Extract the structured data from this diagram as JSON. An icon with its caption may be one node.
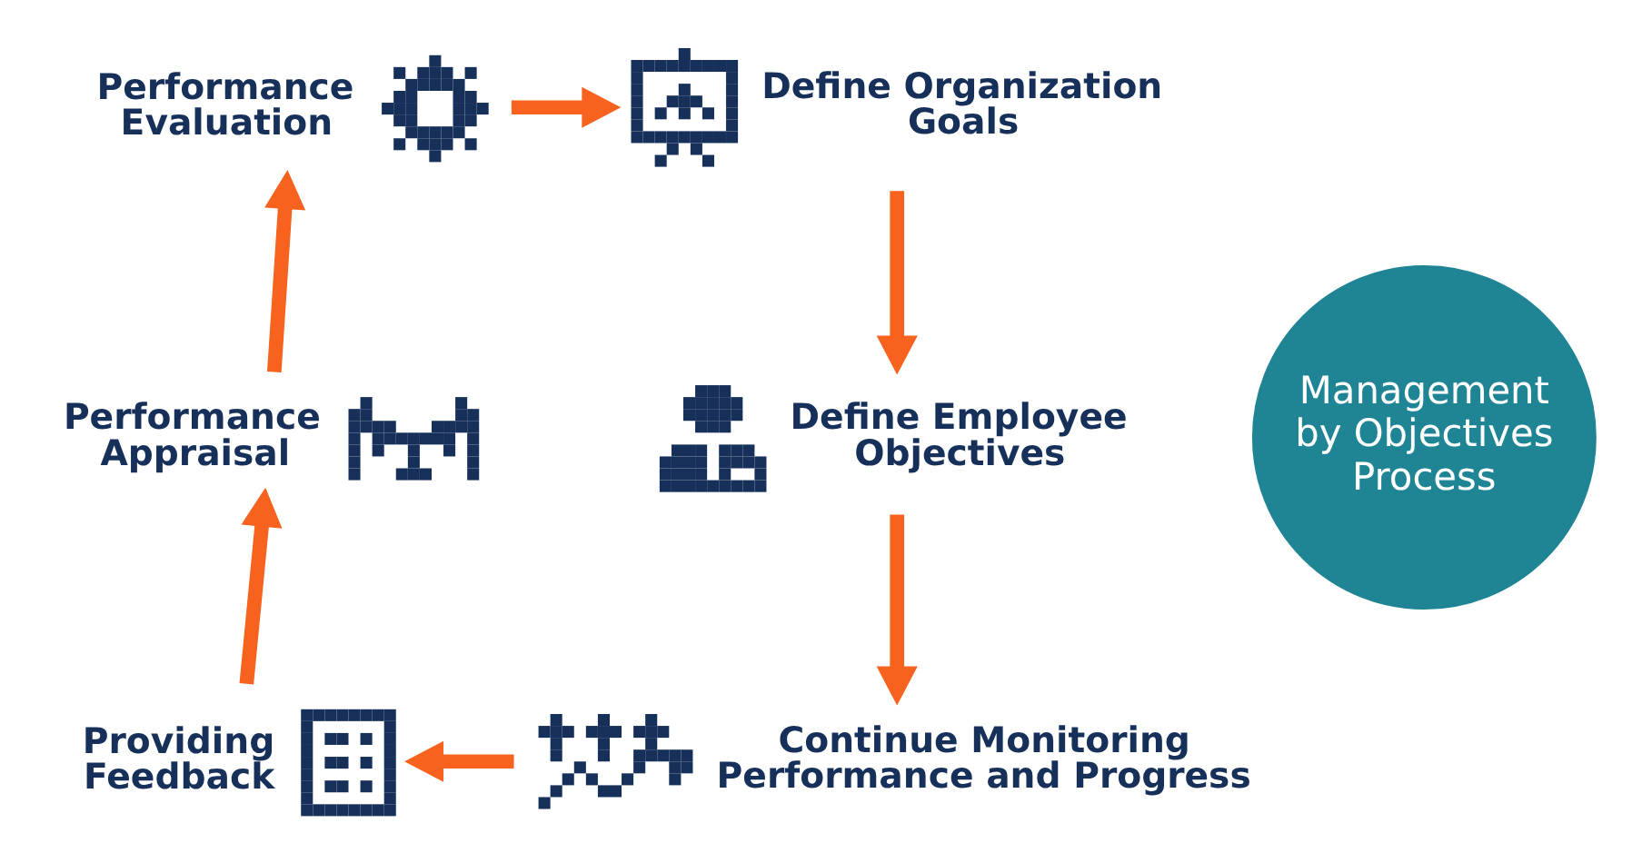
{
  "diagram": {
    "nodes": [
      {
        "text": [
          "Management by Objectives Process"
        ]
      },
      {
        "text": [],
        "shape": "picture",
        "beside": [
          "Define Organization Goals"
        ]
      },
      {
        "text": [],
        "shape": "picture",
        "beside": [
          "Define Employee Objectives"
        ]
      },
      {
        "text": [],
        "shape": "picture",
        "beside": [
          "Continue Monitoring Performance and Progress"
        ]
      },
      {
        "text": [],
        "shape": "picture",
        "beside": [
          "Providing Feedback"
        ]
      },
      {
        "text": [],
        "shape": "picture",
        "beside": [
          "Performance Appraisal"
        ]
      },
      {
        "text": [],
        "shape": "picture",
        "beside": [
          "Performance Evaluation"
        ]
      }
    ],
    "edges": [
      {
        "from": 1,
        "to": 2,
        "arrow": "to"
      },
      {
        "from": 2,
        "to": 3,
        "arrow": "to"
      },
      {
        "from": 3,
        "to": 4,
        "arrow": "to"
      },
      {
        "from": 4,
        "to": 5,
        "arrow": "to"
      },
      {
        "from": 5,
        "to": 6,
        "arrow": "to"
      },
      {
        "from": 6,
        "to": 1,
        "arrow": "to"
      }
    ]
  }
}
